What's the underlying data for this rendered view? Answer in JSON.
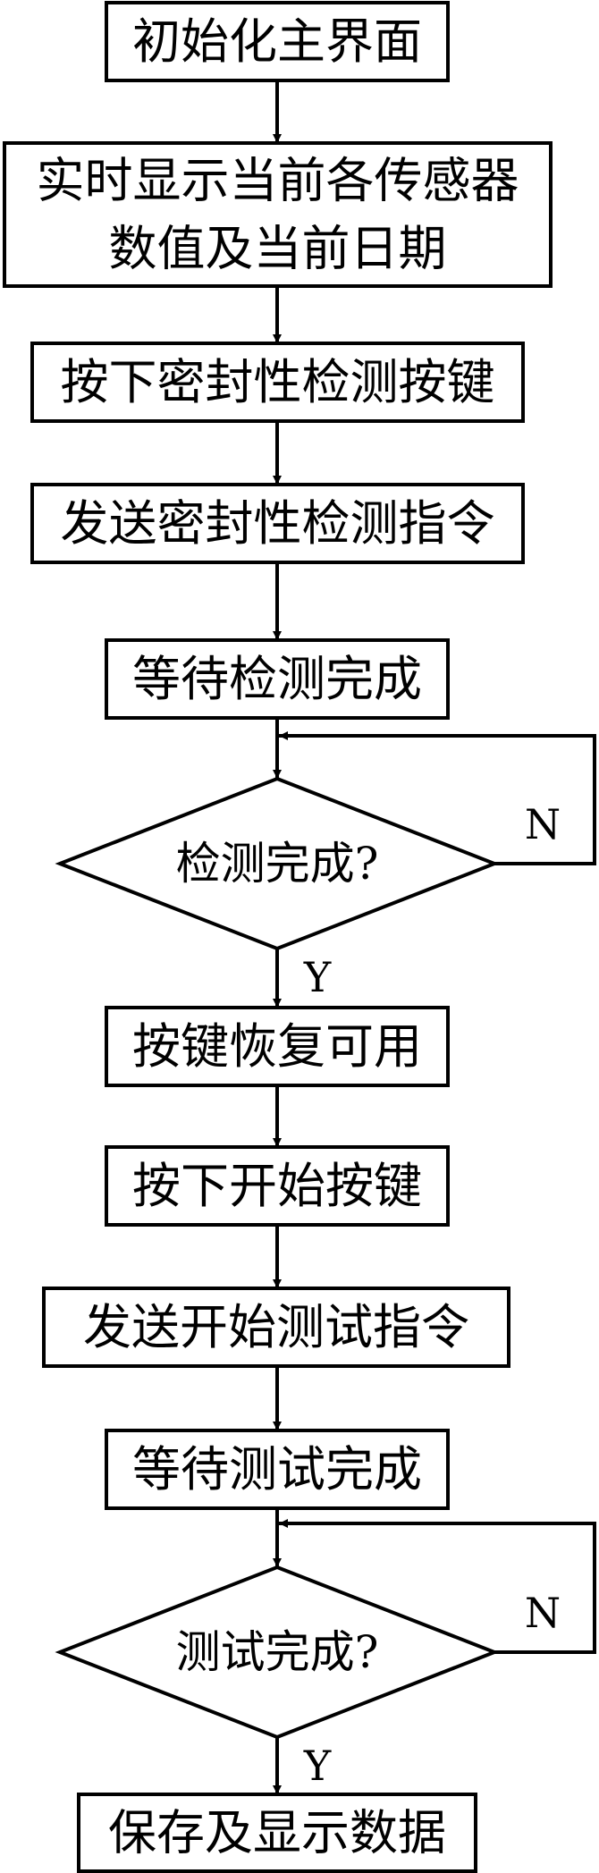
{
  "flowchart": {
    "colors": {
      "stroke": "#000000",
      "background": "#ffffff"
    },
    "steps": [
      {
        "id": "init",
        "kind": "process",
        "lines": [
          "初始化主界面"
        ]
      },
      {
        "id": "display",
        "kind": "process",
        "lines": [
          "实时显示当前各传感器",
          "数值及当前日期"
        ]
      },
      {
        "id": "press-seal",
        "kind": "process",
        "lines": [
          "按下密封性检测按键"
        ]
      },
      {
        "id": "send-seal",
        "kind": "process",
        "lines": [
          "发送密封性检测指令"
        ]
      },
      {
        "id": "wait-seal",
        "kind": "process",
        "lines": [
          "等待检测完成"
        ]
      },
      {
        "id": "check-seal",
        "kind": "decision",
        "lines": [
          "检测完成?"
        ],
        "yes": "Y",
        "no": "N"
      },
      {
        "id": "restore",
        "kind": "process",
        "lines": [
          "按键恢复可用"
        ]
      },
      {
        "id": "press-start",
        "kind": "process",
        "lines": [
          "按下开始按键"
        ]
      },
      {
        "id": "send-start",
        "kind": "process",
        "lines": [
          "发送开始测试指令"
        ]
      },
      {
        "id": "wait-test",
        "kind": "process",
        "lines": [
          "等待测试完成"
        ]
      },
      {
        "id": "check-test",
        "kind": "decision",
        "lines": [
          "测试完成?"
        ],
        "yes": "Y",
        "no": "N"
      },
      {
        "id": "save",
        "kind": "process",
        "lines": [
          "保存及显示数据"
        ]
      }
    ]
  }
}
